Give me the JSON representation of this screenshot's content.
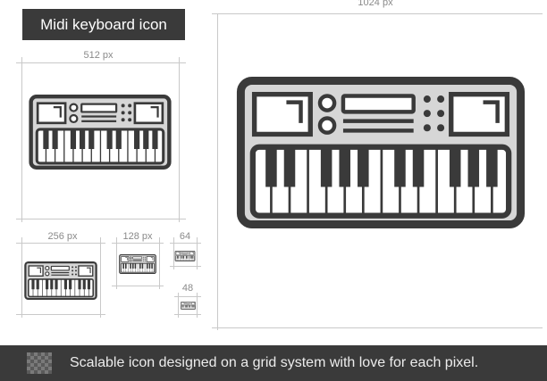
{
  "title": "Midi keyboard icon",
  "sizes": {
    "s1024": "1024 px",
    "s512": "512 px",
    "s256": "256 px",
    "s128": "128 px",
    "s64": "64",
    "s48": "48"
  },
  "footer": {
    "text": "Scalable icon designed on a grid system with love for each pixel."
  },
  "colors": {
    "dark": "#3a3a3a",
    "body_fill": "#d6d6d6",
    "guide": "#c9c9c9"
  }
}
